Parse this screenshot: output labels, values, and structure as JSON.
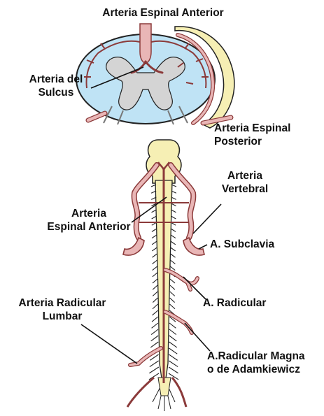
{
  "labels": {
    "anterior_spinal_top": "Arteria Espinal Anterior",
    "sulcal_line1": "Arteria del",
    "sulcal_line2": "Sulcus",
    "posterior_spinal_line1": "Arteria Espinal",
    "posterior_spinal_line2": "Posterior",
    "vertebral_line1": "Arteria",
    "vertebral_line2": "Vertebral",
    "anterior_spinal_mid_line1": "Arteria",
    "anterior_spinal_mid_line2": "Espinal Anterior",
    "subclavian": "A. Subclavia",
    "radicular": "A. Radicular",
    "lumbar_radicular_line1": "Arteria Radicular",
    "lumbar_radicular_line2": "Lumbar",
    "adamkiewicz_line1": "A.Radicular Magna",
    "adamkiewicz_line2": "o de Adamkiewicz"
  },
  "colors": {
    "artery_fill": "#e9b6b6",
    "artery_stroke": "#8b3a3a",
    "cord_blue": "#bfe3f5",
    "gray_matter": "#d4d4d4",
    "dura_yellow": "#f6efb4",
    "root_yellow": "#f3ea95",
    "outline": "#222222"
  }
}
